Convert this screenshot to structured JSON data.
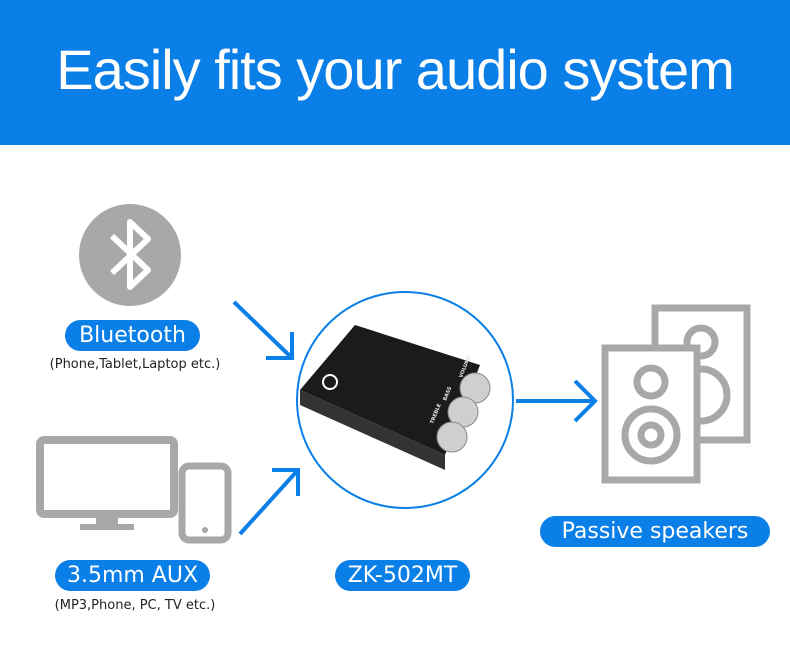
{
  "header": {
    "title": "Easily fits your audio system"
  },
  "sources": [
    {
      "label": "Bluetooth",
      "detail": "(Phone,Tablet,Laptop etc.)",
      "icon": "bluetooth-icon"
    },
    {
      "label": "3.5mm AUX",
      "detail": "(MP3,Phone, PC, TV etc.)",
      "icon": "monitor-phone-icon"
    }
  ],
  "device": {
    "label": "ZK-502MT",
    "board_text": [
      "TREBLE",
      "BASS",
      "VOLUME"
    ]
  },
  "output": {
    "label": "Passive speakers",
    "icon": "speakers-icon"
  },
  "colors": {
    "accent": "#0a7fe8",
    "icon_gray": "#a8a8a8"
  }
}
